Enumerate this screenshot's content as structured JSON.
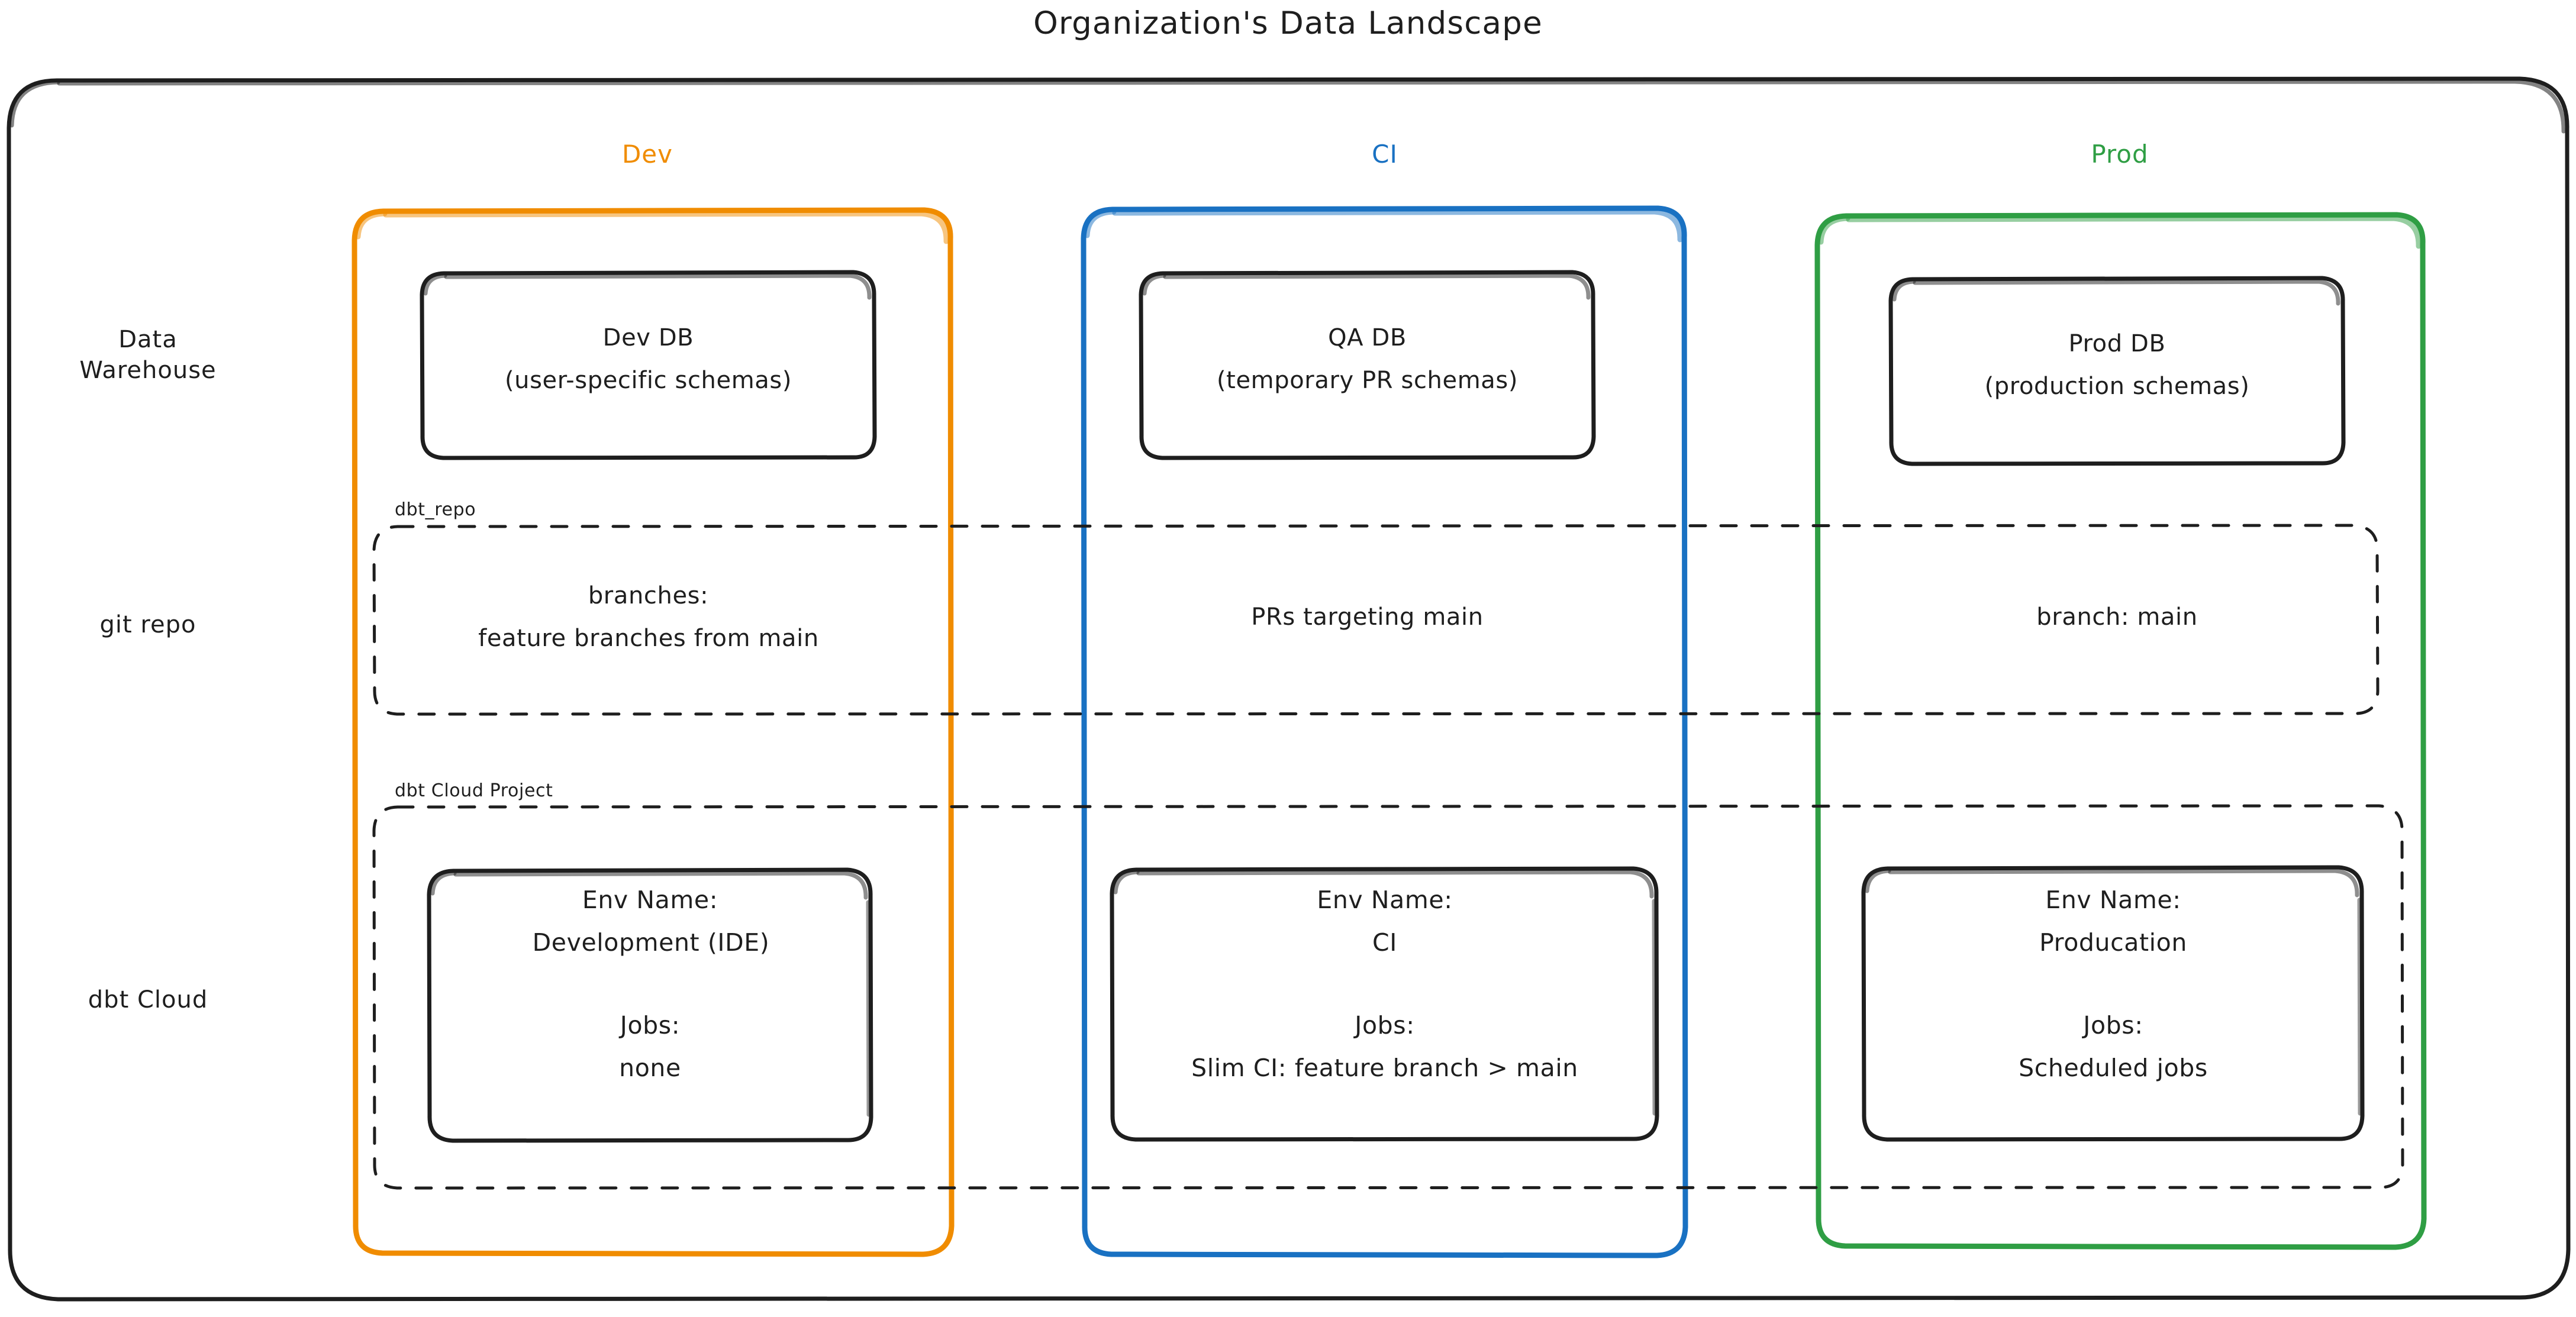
{
  "diagram": {
    "title": "Organization's Data Landscape",
    "type": "grouped-matrix-diagram",
    "colors": {
      "dev": "#f08c00",
      "ci": "#1971c2",
      "prod": "#2f9e44",
      "stroke": "#1e1e1e",
      "background": "#ffffff"
    },
    "columns": [
      {
        "key": "dev",
        "label": "Dev",
        "color": "#f08c00"
      },
      {
        "key": "ci",
        "label": "CI",
        "color": "#1971c2"
      },
      {
        "key": "prod",
        "label": "Prod",
        "color": "#2f9e44"
      }
    ],
    "rows": [
      {
        "key": "warehouse",
        "label": "Data\nWarehouse"
      },
      {
        "key": "git",
        "label": "git repo"
      },
      {
        "key": "dbtcloud",
        "label": "dbt Cloud"
      }
    ],
    "groups": [
      {
        "key": "git_group",
        "label": "dbt_repo"
      },
      {
        "key": "dbt_group",
        "label": "dbt Cloud Project"
      }
    ],
    "cells": {
      "warehouse": {
        "dev": {
          "line1": "Dev DB",
          "line2": "(user-specific schemas)"
        },
        "ci": {
          "line1": "QA DB",
          "line2": "(temporary PR schemas)"
        },
        "prod": {
          "line1": "Prod DB",
          "line2": "(production schemas)"
        }
      },
      "git": {
        "dev": {
          "line1": "branches:",
          "line2": "feature branches from main"
        },
        "ci": {
          "line1": "PRs targeting main",
          "line2": ""
        },
        "prod": {
          "line1": "branch: main",
          "line2": ""
        }
      },
      "dbtcloud": {
        "dev": {
          "env_label": "Env Name:",
          "env_value": "Development (IDE)",
          "jobs_label": "Jobs:",
          "jobs_value": "none"
        },
        "ci": {
          "env_label": "Env Name:",
          "env_value": "CI",
          "jobs_label": "Jobs:",
          "jobs_value": "Slim CI: feature branch > main"
        },
        "prod": {
          "env_label": "Env Name:",
          "env_value": "Producation",
          "jobs_label": "Jobs:",
          "jobs_value": "Scheduled jobs"
        }
      }
    }
  }
}
